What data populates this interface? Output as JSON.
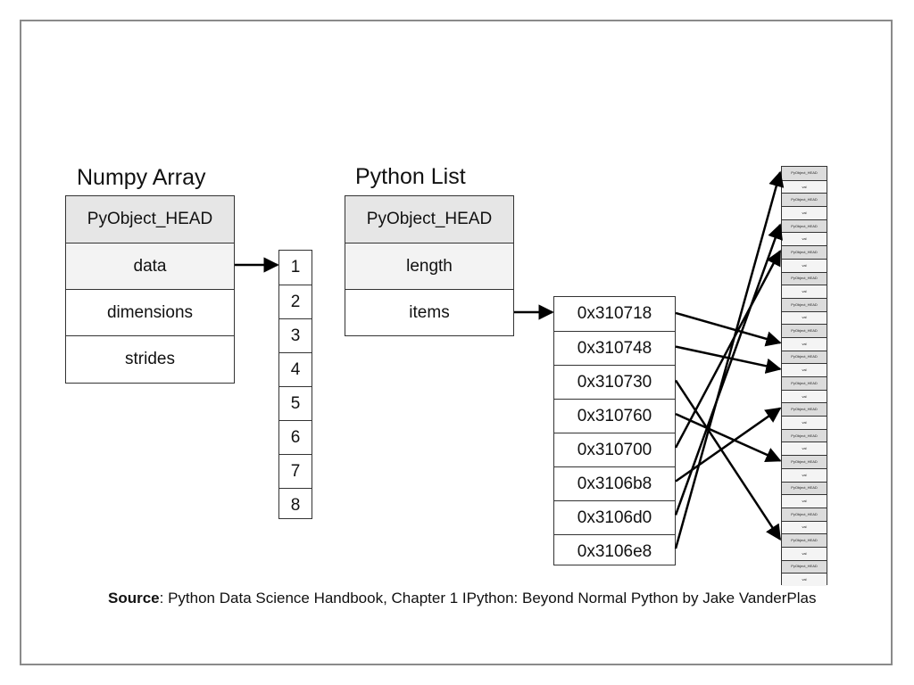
{
  "numpy_array": {
    "title": "Numpy Array",
    "fields": [
      "PyObject_HEAD",
      "data",
      "dimensions",
      "strides"
    ]
  },
  "data_buffer": {
    "values": [
      "1",
      "2",
      "3",
      "4",
      "5",
      "6",
      "7",
      "8"
    ]
  },
  "python_list": {
    "title": "Python List",
    "fields": [
      "PyObject_HEAD",
      "length",
      "items"
    ]
  },
  "pointers": {
    "addresses": [
      "0x310718",
      "0x310748",
      "0x310730",
      "0x310760",
      "0x310700",
      "0x3106b8",
      "0x3106d0",
      "0x3106e8"
    ]
  },
  "heap_objects": {
    "head_label": "PyObject_HEAD",
    "value_label": "val",
    "count": 16
  },
  "source": {
    "label": "Source",
    "text": ": Python Data Science Handbook, Chapter 1 IPython: Beyond Normal Python by Jake VanderPlas"
  }
}
